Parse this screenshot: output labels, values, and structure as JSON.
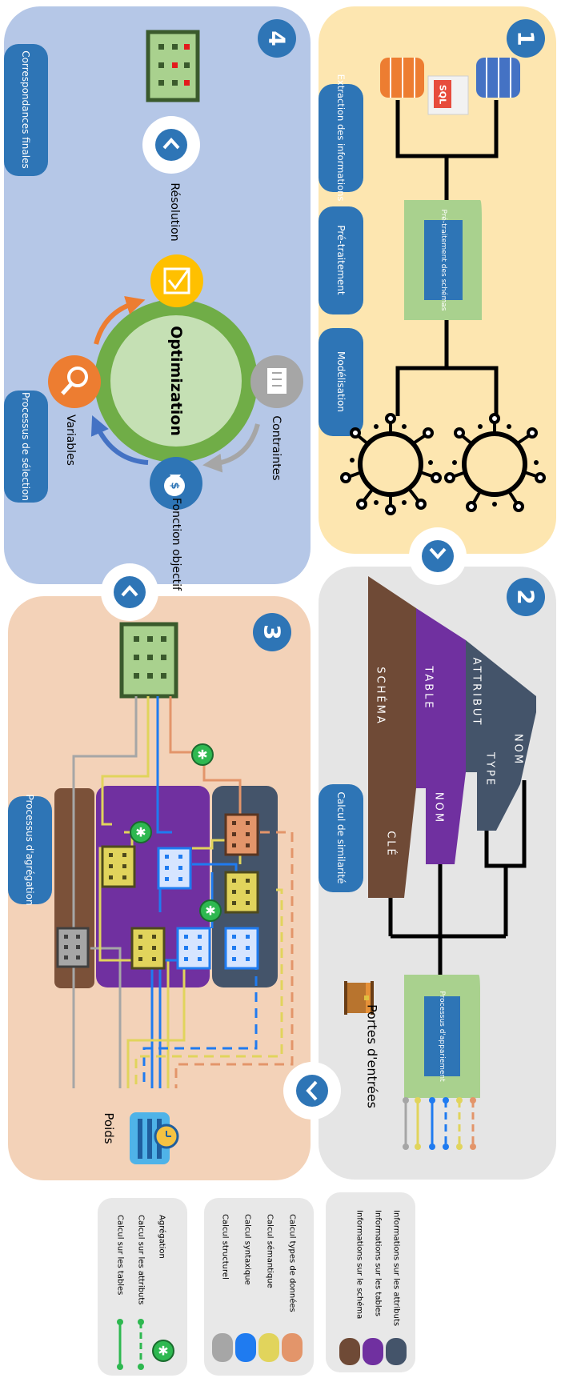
{
  "panels": {
    "p1": {
      "number": "1",
      "tabs": [
        "Extraction des informations",
        "Pré-traitement",
        "Modélisation"
      ],
      "box_label": "Pré-traitement des schémas",
      "sql_label": "SQL"
    },
    "p2": {
      "number": "2",
      "tab": "Calcul de similarité",
      "hier_schema": "SCHÉMA",
      "hier_table": "TABLE",
      "hier_attribut": "ATTRIBUT",
      "hier_cle": "CLÉ",
      "hier_nom_table": "NOM",
      "hier_type": "TYPE",
      "hier_nom_attr": "NOM",
      "box_label": "Processus d'appariement",
      "gate_label": "Portes d'entrées"
    },
    "p3": {
      "number": "3",
      "tab": "Processus d'agrégation",
      "weights_label": "Poids"
    },
    "p4": {
      "number": "4",
      "tabs": [
        "Correspondances finales",
        "Processus de sélection"
      ],
      "center_label": "Optimization",
      "node_resolution": "Résolution",
      "node_variables": "Variables",
      "node_contraintes": "Contraintes",
      "node_fonction": "Fonction objectif"
    }
  },
  "legend": {
    "box1": [
      "Informations sur les attributs",
      "Informations sur les tables",
      "Informations sur le schéma"
    ],
    "box2": [
      "Calcul types de données",
      "Calcul sémantique",
      "Calcul syntaxique",
      "Calcul structurel"
    ],
    "box3": [
      "Agrégation",
      "Calcul sur les attributs",
      "Calcul sur les tables"
    ]
  },
  "colors": {
    "panel1": "#fde6b0",
    "panel2": "#e5e5e5",
    "panel3": "#f3d2b8",
    "panel4": "#b5c7e7",
    "tab_blue": "#2e75b6",
    "green_box": "#a9d18e",
    "schema_brown": "#6f4a36",
    "table_purple": "#7030a0",
    "attribute_slate": "#44546a",
    "types_gray": "#a6a6a6",
    "semantic_blue": "#1f7bf0",
    "syntactic_yellow": "#e1d45c",
    "structural_orange": "#e3956a",
    "ring_green": "#70ad47",
    "node_yellow": "#ffc000",
    "node_orange": "#ed7d31",
    "node_gray": "#a6a6a6"
  },
  "icons": [
    "chevron-down-icon",
    "chevron-left-icon",
    "chevron-up-icon",
    "database-icon",
    "sql-file-icon",
    "network-icon",
    "chest-icon",
    "matrix-icon",
    "aggregation-icon",
    "clock-icon",
    "magnifier-icon",
    "money-bag-icon",
    "notepad-icon",
    "checkbox-icon"
  ]
}
